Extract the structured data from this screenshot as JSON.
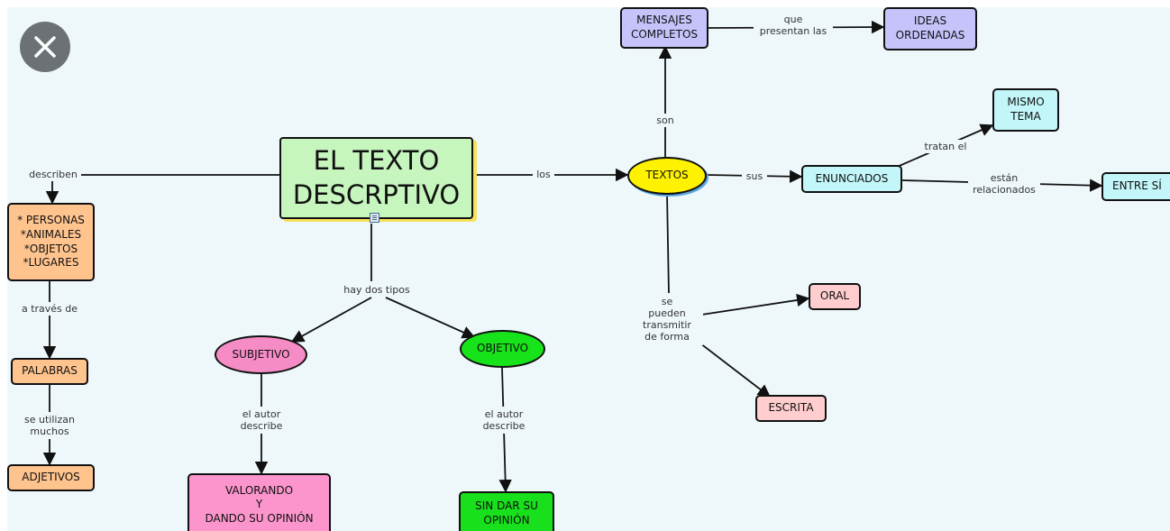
{
  "colors": {
    "main": "#c6f5be",
    "orange": "#ffc48e",
    "lavender": "#c6c3fb",
    "cyan": "#c2f6f8",
    "yellow": "#fff200",
    "pink_oval": "#f68cc6",
    "green_oval": "#17e31a",
    "pink_box": "#fb95cc",
    "green_box": "#18e01c",
    "salmon": "#ffcdcd"
  },
  "nodes": {
    "main_topic": "EL TEXTO\nDESCRPTIVO",
    "textos": "TEXTOS",
    "mensajes_completos": "MENSAJES\nCOMPLETOS",
    "ideas_ordenadas": "IDEAS\nORDENADAS",
    "mismo_tema": "MISMO\nTEMA",
    "enunciados": "ENUNCIADOS",
    "entre_si": "ENTRE SÍ",
    "personas": "* PERSONAS\n*ANIMALES\n*OBJETOS\n*LUGARES",
    "palabras": "PALABRAS",
    "adjetivos": "ADJETIVOS",
    "subjetivo": "SUBJETIVO",
    "objetivo": "OBJETIVO",
    "valorando": "VALORANDO\nY\nDANDO SU OPINIÓN",
    "sin_dar": "SIN DAR SU\nOPINIÓN",
    "oral": "ORAL",
    "escrita": "ESCRITA"
  },
  "link_labels": {
    "describen": "describen",
    "los": "los",
    "son": "son",
    "que_presentan": "que\npresentan las",
    "sus": "sus",
    "tratan_el": "tratan el",
    "estan_relacionados": "están\nrelacionados",
    "a_traves_de": "a través de",
    "se_utilizan": "se utilizan\nmuchos",
    "hay_dos_tipos": "hay dos tipos",
    "autor_describe_1": "el autor\ndescribe",
    "autor_describe_2": "el autor\ndescribe",
    "se_pueden": "se\npueden\ntransmitir\nde forma"
  }
}
